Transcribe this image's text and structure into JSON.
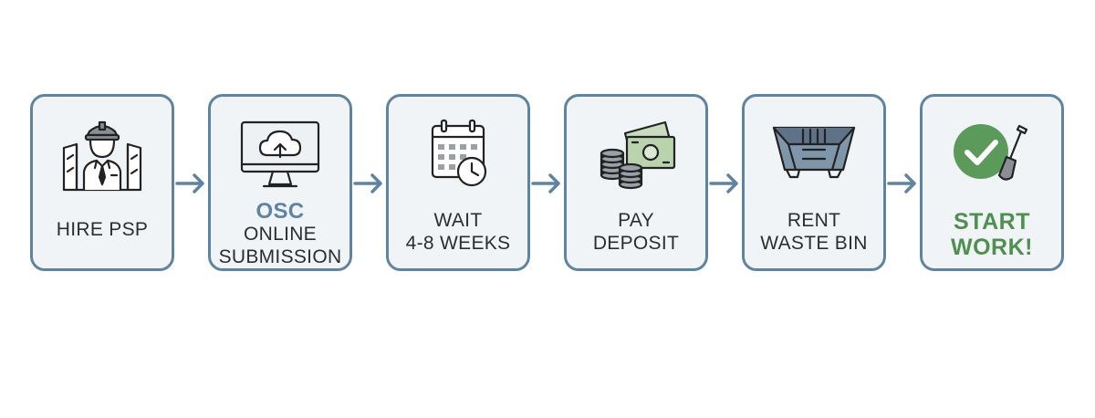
{
  "steps": [
    {
      "icon": "engineer-blueprint-icon",
      "lines": [
        "HIRE PSP"
      ]
    },
    {
      "icon": "cloud-upload-monitor-icon",
      "highlight": "OSC",
      "lines": [
        "ONLINE",
        "SUBMISSION"
      ]
    },
    {
      "icon": "calendar-clock-icon",
      "lines": [
        "WAIT",
        "4-8 WEEKS"
      ]
    },
    {
      "icon": "coins-banknotes-icon",
      "lines": [
        "PAY",
        "DEPOSIT"
      ]
    },
    {
      "icon": "waste-bin-skip-icon",
      "lines": [
        "RENT",
        "WASTE BIN"
      ]
    },
    {
      "icon": "checkmark-shovel-icon",
      "lines": [
        "START",
        "WORK!"
      ]
    }
  ],
  "colors": {
    "border": "#5f84a2",
    "card_background": "#f1f4f7",
    "text": "#2d2d2d",
    "osc_accent": "#5f84a2",
    "start_accent": "#4f8f4f"
  }
}
